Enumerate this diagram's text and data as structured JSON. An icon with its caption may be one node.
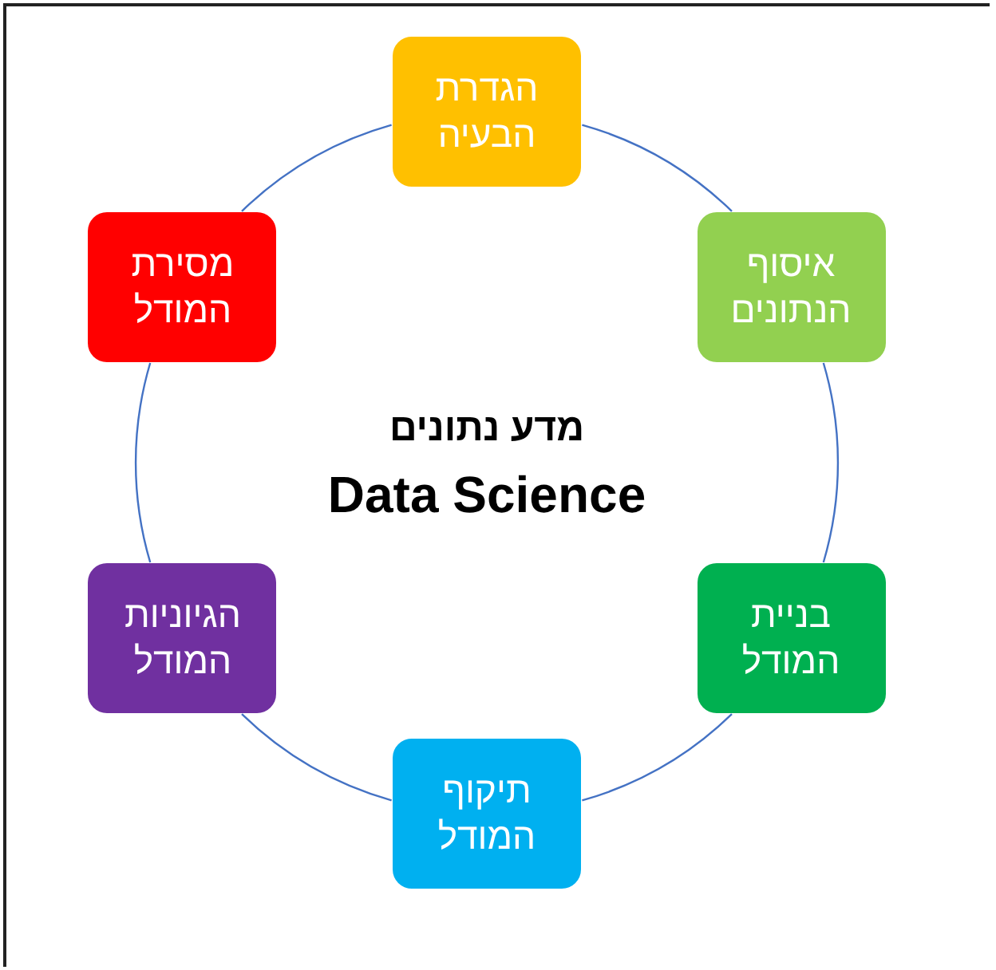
{
  "diagram": {
    "nodes": [
      {
        "text": [
          "הגדרת הבעיה"
        ]
      },
      {
        "text": [
          "איסוף הנתונים"
        ]
      },
      {
        "text": [
          "בניית המודל"
        ]
      },
      {
        "text": [
          "תיקוף המודל"
        ]
      },
      {
        "text": [
          "הגיוניות המודל"
        ]
      },
      {
        "text": [
          "מסירת המודל"
        ]
      }
    ],
    "edges": [
      {
        "from": 0,
        "to": 1,
        "arrow": "none"
      },
      {
        "from": 1,
        "to": 2,
        "arrow": "none"
      },
      {
        "from": 2,
        "to": 3,
        "arrow": "none"
      },
      {
        "from": 3,
        "to": 4,
        "arrow": "none"
      },
      {
        "from": 4,
        "to": 5,
        "arrow": "none"
      },
      {
        "from": 5,
        "to": 0,
        "arrow": "none"
      }
    ],
    "labels": [
      "מדע נתונים",
      "Data Science"
    ]
  }
}
